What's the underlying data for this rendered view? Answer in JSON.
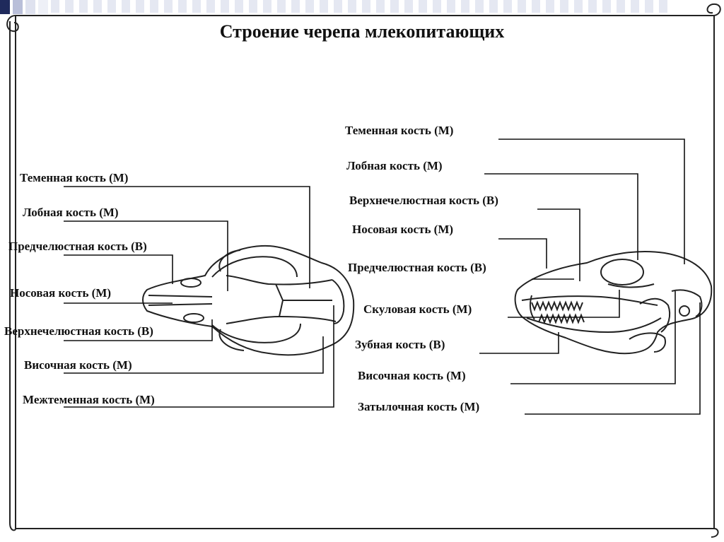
{
  "title": "Строение черепа млекопитающих",
  "left_labels": [
    "Теменная кость (М)",
    "Лобная кость (М)",
    "Предчелюстная кость (В)",
    "Носовая кость (М)",
    "Верхнечелюстная кость (В)",
    "Височная кость (М)",
    "Межтеменная кость (М)"
  ],
  "right_labels": [
    "Теменная кость (М)",
    "Лобная кость (М)",
    "Верхнечелюстная кость (В)",
    "Носовая кость (М)",
    "Предчелюстная кость (В)",
    "Скуловая кость (М)",
    "Зубная кость (В)",
    "Височная кость (М)",
    "Затылочная кость (М)"
  ],
  "colors": {
    "ink": "#111111",
    "frame": "#222222",
    "accent": "#1f2a5c"
  }
}
